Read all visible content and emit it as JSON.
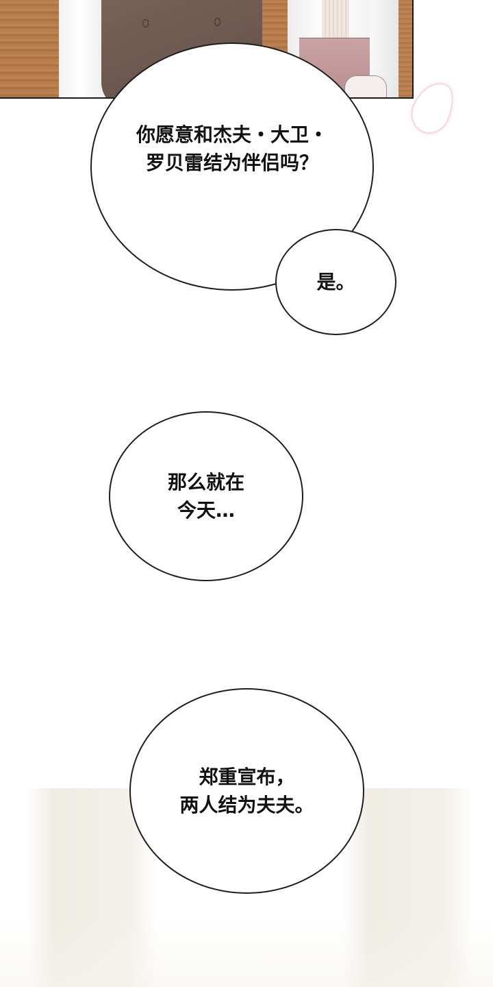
{
  "panel": {
    "description": "Comic panel: two figures in formal attire (brown vest, white shirt with pink sash, white glove) over wooden background"
  },
  "bubbles": [
    {
      "lines": [
        "你愿意和杰夫・大卫・",
        "罗贝雷结为伴侣吗？"
      ]
    },
    {
      "lines": [
        "是。"
      ]
    },
    {
      "lines": [
        "那么就在",
        "今天…"
      ]
    },
    {
      "lines": [
        "郑重宣布，",
        "两人结为夫夫。"
      ]
    }
  ],
  "colors": {
    "bubble_border": "#1e1e1e",
    "text": "#111111",
    "wood": "#b57a4a",
    "vest": "#6e5a50",
    "sash": "#c09a9b",
    "petal": "#fac8e1"
  }
}
